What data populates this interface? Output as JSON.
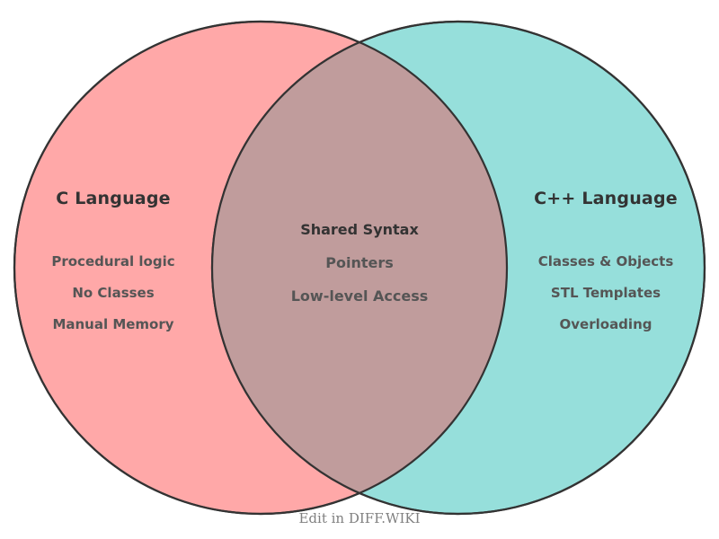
{
  "diagram": {
    "type": "venn",
    "background_color": "#ffffff",
    "outline_color": "#333333",
    "left_set": {
      "title": "C Language",
      "fill_color": "#ffa8a8",
      "items": [
        "Procedural logic",
        "No Classes",
        "Manual Memory"
      ]
    },
    "right_set": {
      "title": "C++ Language",
      "fill_color": "#96dfdb",
      "items": [
        "Classes & Objects",
        "STL Templates",
        "Overloading"
      ]
    },
    "intersection": {
      "fill_color": "#c09c9c",
      "heading": "Shared Syntax",
      "items": [
        "Pointers",
        "Low-level Access"
      ]
    },
    "title_color": "#333333",
    "item_color": "#555555"
  },
  "footer": {
    "credit": "Edit in DIFF.WIKI",
    "color": "#808080"
  }
}
